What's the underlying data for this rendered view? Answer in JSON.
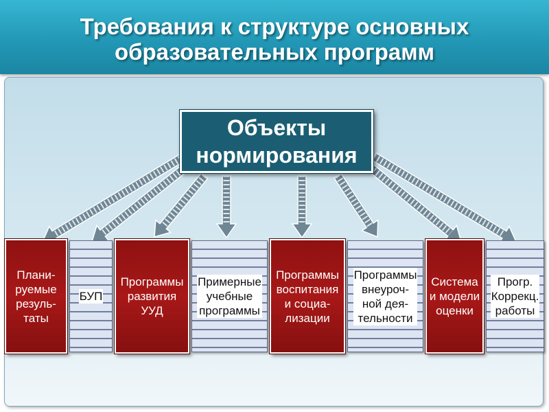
{
  "title": "Требования к структуре основных\nобразовательных программ",
  "center": "Объекты\nнормирования",
  "colors": {
    "banner": "#2298b6",
    "center_box": "#1b5e73",
    "red_box": "#a81818",
    "striped_box": "#dde4f2",
    "arrow_fill": "#6f8694"
  },
  "items": [
    {
      "label": "Плани-\nруемые\nрезуль-\nтаты",
      "style": "red"
    },
    {
      "label": "БУП",
      "style": "striped"
    },
    {
      "label": "Программы\nразвития\nУУД",
      "style": "red"
    },
    {
      "label": "Примерные\nучебные\nпрограммы",
      "style": "striped"
    },
    {
      "label": "Программы\nвоспитания\nи социа-\nлизации",
      "style": "red"
    },
    {
      "label": "Программы\nвнеуроч-\nной дея-\nтельности",
      "style": "striped"
    },
    {
      "label": "Система\nи модели\nоценки",
      "style": "red"
    },
    {
      "label": "Прогр.\nКоррекц.\nработы",
      "style": "striped"
    }
  ]
}
